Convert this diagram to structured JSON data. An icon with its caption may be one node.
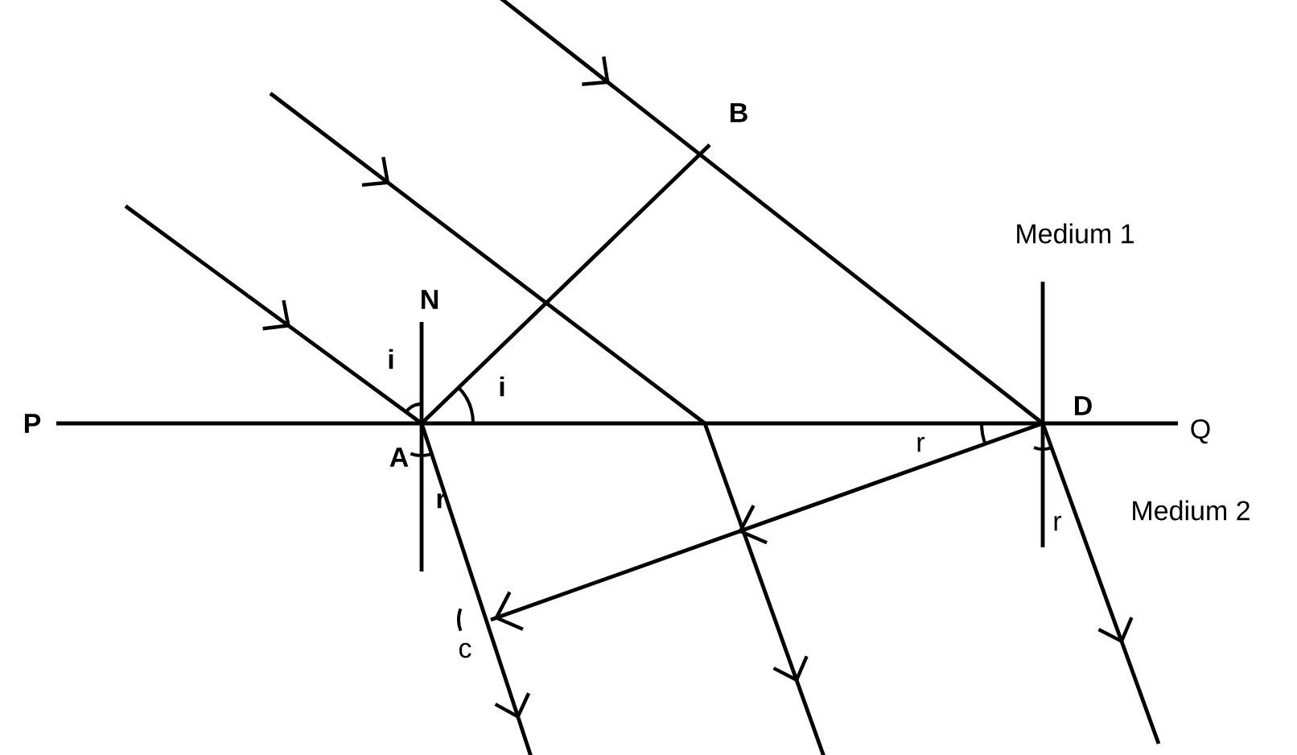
{
  "diagram": {
    "labels": [
      "B",
      "Medium 1",
      "N",
      "i",
      "i",
      "P",
      "D",
      "Q",
      "A",
      "r",
      "r",
      "r",
      "Medium 2",
      "c"
    ]
  }
}
